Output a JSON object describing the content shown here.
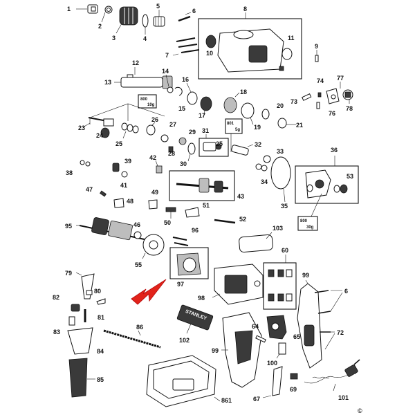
{
  "callouts": {
    "c1": "1",
    "c2": "2",
    "c3": "3",
    "c4": "4",
    "c5": "5",
    "c6a": "6",
    "c6b": "6",
    "c7": "7",
    "c8": "8",
    "c9": "9",
    "c10": "10",
    "c11": "11",
    "c12": "12",
    "c13": "13",
    "c14": "14",
    "c15": "15",
    "c16": "16",
    "c17": "17",
    "c18": "18",
    "c19": "19",
    "c20": "20",
    "c21": "21",
    "c23": "23",
    "c24": "24",
    "c25a": "25",
    "c25b": "25",
    "c26": "26",
    "c27": "27",
    "c28": "28",
    "c29": "29",
    "c30": "30",
    "c31": "31",
    "c32": "32",
    "c33": "33",
    "c34": "34",
    "c35": "35",
    "c36": "36",
    "c38": "38",
    "c39": "39",
    "c41": "41",
    "c42": "42",
    "c43": "43",
    "c46": "46",
    "c47": "47",
    "c48": "48",
    "c49": "49",
    "c50": "50",
    "c51": "51",
    "c52": "52",
    "c53": "53",
    "c55": "55",
    "c60": "60",
    "c64": "64",
    "c65": "65",
    "c67": "67",
    "c69": "69",
    "c72": "72",
    "c73": "73",
    "c74": "74",
    "c76": "76",
    "c77": "77",
    "c78": "78",
    "c79": "79",
    "c80": "80",
    "c81": "81",
    "c82": "82",
    "c83": "83",
    "c84": "84",
    "c85": "85",
    "c86": "86",
    "c95": "95",
    "c96": "96",
    "c97": "97",
    "c98": "98",
    "c99a": "99",
    "c99b": "99",
    "c100": "100",
    "c101": "101",
    "c102": "102",
    "c103": "103",
    "c861": "861"
  },
  "grease_boxes": {
    "g1": {
      "line1": "800",
      "line2": "10g"
    },
    "g2": {
      "line1": "801",
      "line2": "5g"
    },
    "g3": {
      "line1": "800",
      "line2": "30g"
    }
  },
  "brand_label": "STANLEY",
  "copyright": "©",
  "colors": {
    "highlight_arrow": "#e2231a",
    "ink": "#111111"
  }
}
